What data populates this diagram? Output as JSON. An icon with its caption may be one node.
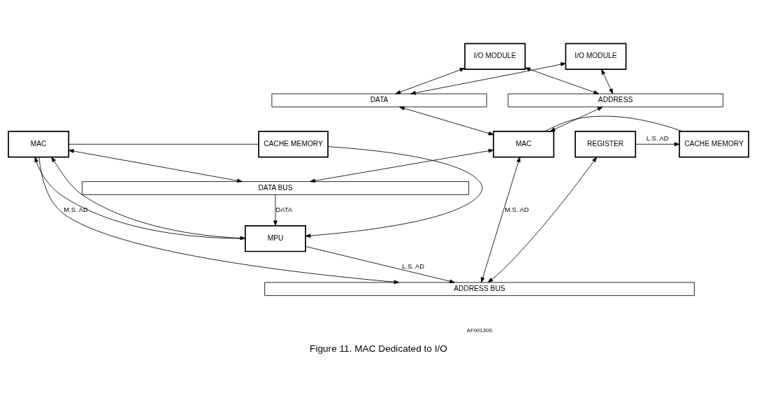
{
  "diagram": {
    "caption": "Figure 11. MAC Dedicated to I/O",
    "nodes": [
      {
        "text": [
          "I/O MODULE"
        ]
      },
      {
        "text": [
          "I/O MODULE"
        ]
      },
      {
        "text": [
          "DATA"
        ]
      },
      {
        "text": [
          "ADDRESS"
        ]
      },
      {
        "text": [
          "MPU"
        ]
      },
      {
        "text": [
          "MAC"
        ]
      },
      {
        "text": [
          "CACHE MEMORY"
        ]
      },
      {
        "text": [
          "REGISTER"
        ]
      },
      {
        "text": [
          "MAC"
        ]
      },
      {
        "text": [
          "CACHE MEMORY"
        ]
      },
      {
        "text": [
          "DATA BUS"
        ]
      },
      {
        "text": [
          "ADDRESS BUS"
        ]
      }
    ],
    "edges": [
      {
        "from": 4,
        "to": 5,
        "arrow": "to"
      },
      {
        "from": 4,
        "to": 5,
        "arrow": "both"
      },
      {
        "from": 4,
        "to": 11,
        "arrow": "to",
        "label": "L.S. AD"
      },
      {
        "from": 5,
        "to": 11,
        "arrow": "to",
        "label": "M.S. AD"
      },
      {
        "from": 6,
        "to": 4,
        "arrow": "to"
      },
      {
        "from": 5,
        "to": 6,
        "arrow": "none"
      },
      {
        "from": 5,
        "to": 10,
        "arrow": "both"
      },
      {
        "from": 10,
        "to": 4,
        "arrow": "to",
        "label": "DATA"
      },
      {
        "from": 0,
        "to": 3,
        "arrow": "both"
      },
      {
        "from": 0,
        "to": 2,
        "arrow": "both"
      },
      {
        "from": 1,
        "to": 3,
        "arrow": "both"
      },
      {
        "from": 1,
        "to": 2,
        "arrow": "both"
      },
      {
        "from": 3,
        "to": 8,
        "arrow": "both"
      },
      {
        "from": 2,
        "to": 8,
        "arrow": "both"
      },
      {
        "from": 7,
        "to": 9,
        "arrow": "to",
        "label": "L.S. AD"
      },
      {
        "from": 11,
        "to": 8,
        "arrow": "both",
        "label": "M.S. AD"
      },
      {
        "from": 7,
        "to": 11,
        "arrow": "both"
      },
      {
        "from": 8,
        "to": 10,
        "arrow": "both"
      },
      {
        "from": 8,
        "to": 9,
        "arrow": "none"
      }
    ],
    "labels": [
      "AF00130S"
    ]
  }
}
